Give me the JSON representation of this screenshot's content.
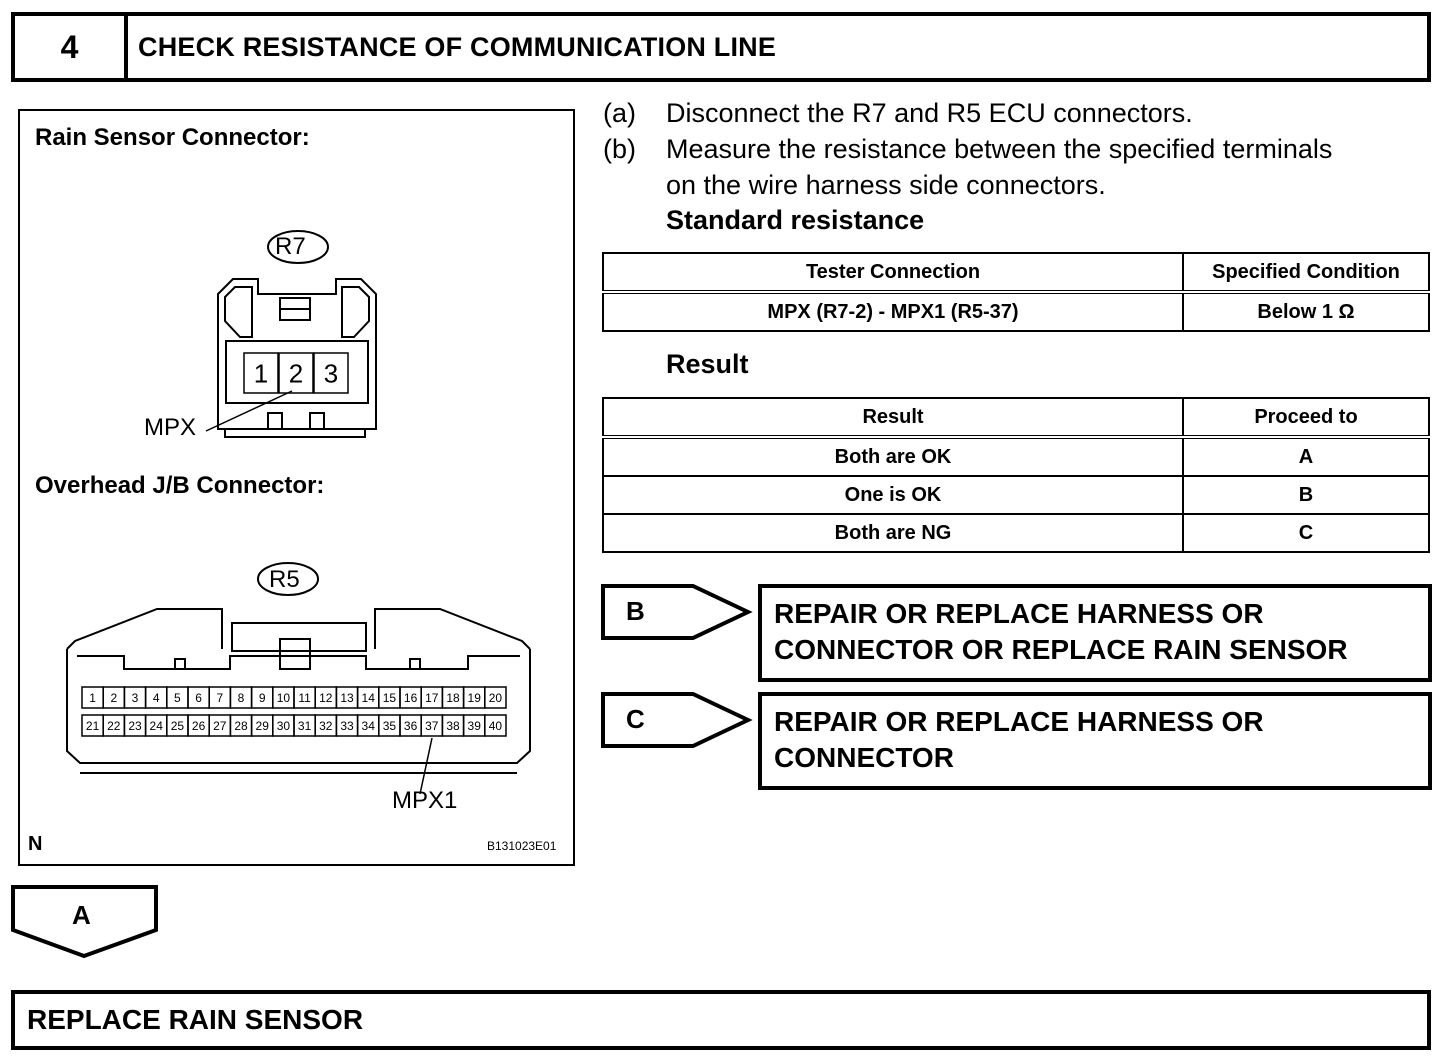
{
  "step": {
    "number": "4",
    "title": "CHECK RESISTANCE OF COMMUNICATION LINE"
  },
  "figure": {
    "rain_label": "Rain Sensor Connector:",
    "r7_tag": "R7",
    "r7_pins": [
      "1",
      "2",
      "3"
    ],
    "mpx_label": "MPX",
    "jb_label": "Overhead J/B Connector:",
    "r5_tag": "R5",
    "r5_row1": [
      "1",
      "2",
      "3",
      "4",
      "5",
      "6",
      "7",
      "8",
      "9",
      "10",
      "11",
      "12",
      "13",
      "14",
      "15",
      "16",
      "17",
      "18",
      "19",
      "20"
    ],
    "r5_row2": [
      "21",
      "22",
      "23",
      "24",
      "25",
      "26",
      "27",
      "28",
      "29",
      "30",
      "31",
      "32",
      "33",
      "34",
      "35",
      "36",
      "37",
      "38",
      "39",
      "40"
    ],
    "mpx1_label": "MPX1",
    "corner_n": "N",
    "figure_code": "B131023E01"
  },
  "instructions": [
    {
      "tag": "(a)",
      "lines": [
        "Disconnect the R7 and R5 ECU connectors."
      ]
    },
    {
      "tag": "(b)",
      "lines": [
        "Measure the resistance between the specified terminals",
        "on the wire harness side connectors."
      ]
    }
  ],
  "standard_heading": "Standard resistance",
  "resistance_table": {
    "headers": [
      "Tester Connection",
      "Specified Condition"
    ],
    "rows": [
      [
        "MPX (R7-2) - MPX1 (R5-37)",
        "Below 1 Ω"
      ]
    ]
  },
  "result_heading": "Result",
  "result_table": {
    "headers": [
      "Result",
      "Proceed to"
    ],
    "rows": [
      [
        "Both are OK",
        "A"
      ],
      [
        "One is OK",
        "B"
      ],
      [
        "Both are NG",
        "C"
      ]
    ]
  },
  "branches": [
    {
      "tag": "B",
      "lines": [
        "REPAIR OR REPLACE HARNESS OR",
        "CONNECTOR OR REPLACE RAIN SENSOR"
      ]
    },
    {
      "tag": "C",
      "lines": [
        "REPAIR OR REPLACE HARNESS OR",
        "CONNECTOR"
      ]
    }
  ],
  "next": {
    "tag": "A",
    "action": "REPLACE RAIN SENSOR"
  }
}
